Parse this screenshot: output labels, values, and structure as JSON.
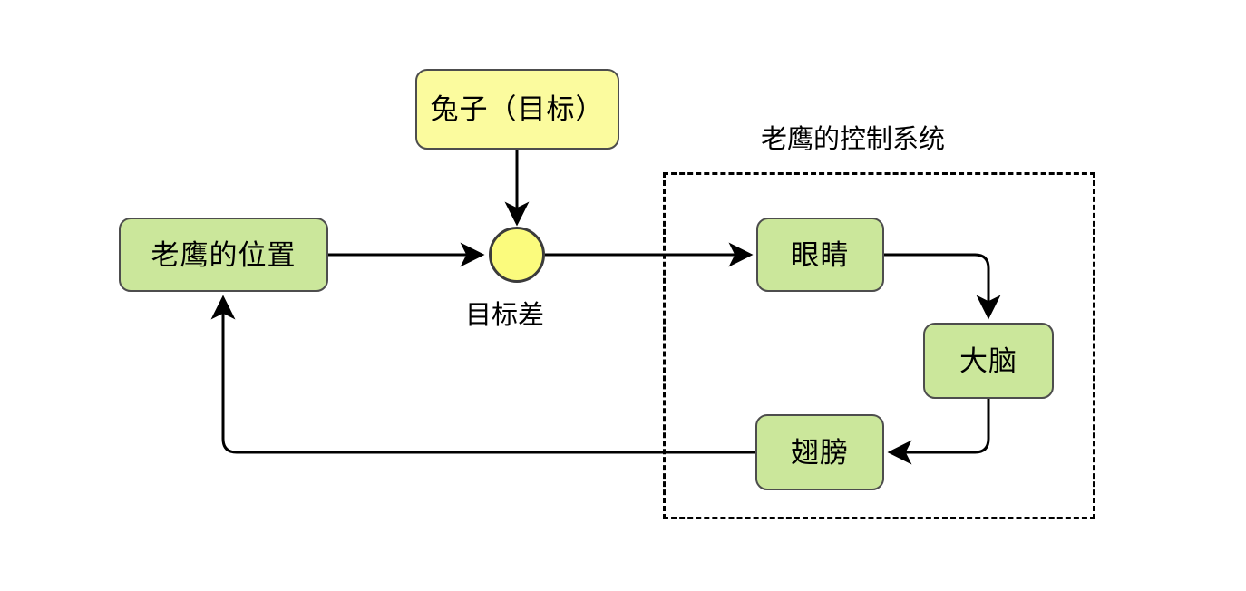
{
  "diagram": {
    "title_group": "老鹰的控制系统",
    "nodes": {
      "target": "兔子（目标）",
      "position": "老鹰的位置",
      "eyes": "眼睛",
      "brain": "大脑",
      "wings": "翅膀"
    },
    "junction_label": "目标差",
    "colors": {
      "green_fill": "#cbe79b",
      "yellow_fill": "#fbfb9e",
      "junction_fill": "#fbfb7d",
      "node_border": "#4d4d4d",
      "junction_border": "#3b3b3b",
      "wire": "#000000",
      "group_border": "#000000",
      "background": "#ffffff"
    },
    "edges": [
      {
        "name": "target-to-junction",
        "from": "兔子（目标）",
        "to": "目标差"
      },
      {
        "name": "position-to-junction",
        "from": "老鹰的位置",
        "to": "目标差"
      },
      {
        "name": "junction-to-eyes",
        "from": "目标差",
        "to": "眼睛"
      },
      {
        "name": "eyes-to-brain",
        "from": "眼睛",
        "to": "大脑"
      },
      {
        "name": "brain-to-wings",
        "from": "大脑",
        "to": "翅膀"
      },
      {
        "name": "wings-to-position",
        "from": "翅膀",
        "to": "老鹰的位置"
      }
    ]
  }
}
